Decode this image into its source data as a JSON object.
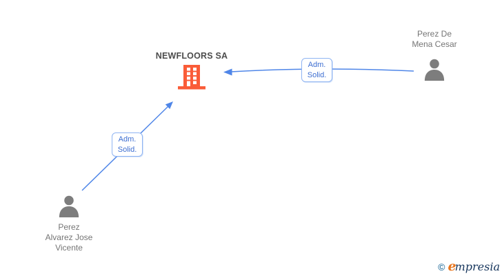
{
  "company": {
    "name": "NEWFLOORS SA"
  },
  "people": [
    {
      "full_name": "Perez De Mena Cesar",
      "lines": [
        "Perez De",
        "Mena Cesar"
      ]
    },
    {
      "full_name": "Perez Alvarez Jose Vicente",
      "lines": [
        "Perez",
        "Alvarez Jose",
        "Vicente"
      ]
    }
  ],
  "relationships": [
    {
      "from": "Perez De Mena Cesar",
      "to": "NEWFLOORS SA",
      "label_lines": [
        "Adm.",
        "Solid."
      ]
    },
    {
      "from": "Perez Alvarez Jose Vicente",
      "to": "NEWFLOORS SA",
      "label_lines": [
        "Adm.",
        "Solid."
      ]
    }
  ],
  "footer": {
    "copyright_symbol": "©",
    "brand_initial": "e",
    "brand_rest": "mpresia"
  },
  "colors": {
    "building_orange": "#fa5c38",
    "arrow_blue": "#4f86e8",
    "label_border_blue": "#8fb4f2",
    "label_text_blue": "#3d6ed1",
    "person_gray": "#7d7d7d",
    "name_gray": "#757575",
    "company_text_gray": "#4c4c4c",
    "logo_teal": "#3a7ca5",
    "logo_orange": "#e8761f",
    "logo_navy": "#16355c"
  }
}
